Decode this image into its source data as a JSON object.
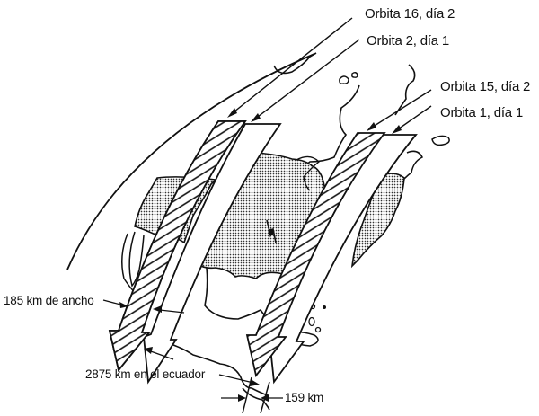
{
  "diagram": {
    "title": "",
    "colors": {
      "ink": "#111111",
      "land_fill": "#c8c8c8",
      "background": "#ffffff"
    },
    "labels": {
      "orbit_16_day_2": "Orbita 16, día 2",
      "orbit_2_day_1": "Orbita 2, día 1",
      "orbit_15_day_2": "Orbita 15, día 2",
      "orbit_1_day_1": "Orbita 1, día 1",
      "swath_width": "185 km de ancho",
      "equator_spacing": "2875 km en el ecuador",
      "adjacent_spacing": "159 km"
    },
    "tracks": [
      {
        "orbit": "Orbita 16",
        "day": 2,
        "style": "hatched"
      },
      {
        "orbit": "Orbita 2",
        "day": 1,
        "style": "plain"
      },
      {
        "orbit": "Orbita 15",
        "day": 2,
        "style": "hatched"
      },
      {
        "orbit": "Orbita 1",
        "day": 1,
        "style": "plain"
      }
    ],
    "measurements": {
      "swath_width_km": 185,
      "equator_distance_km": 2875,
      "adjacent_track_spacing_km": 159
    }
  }
}
